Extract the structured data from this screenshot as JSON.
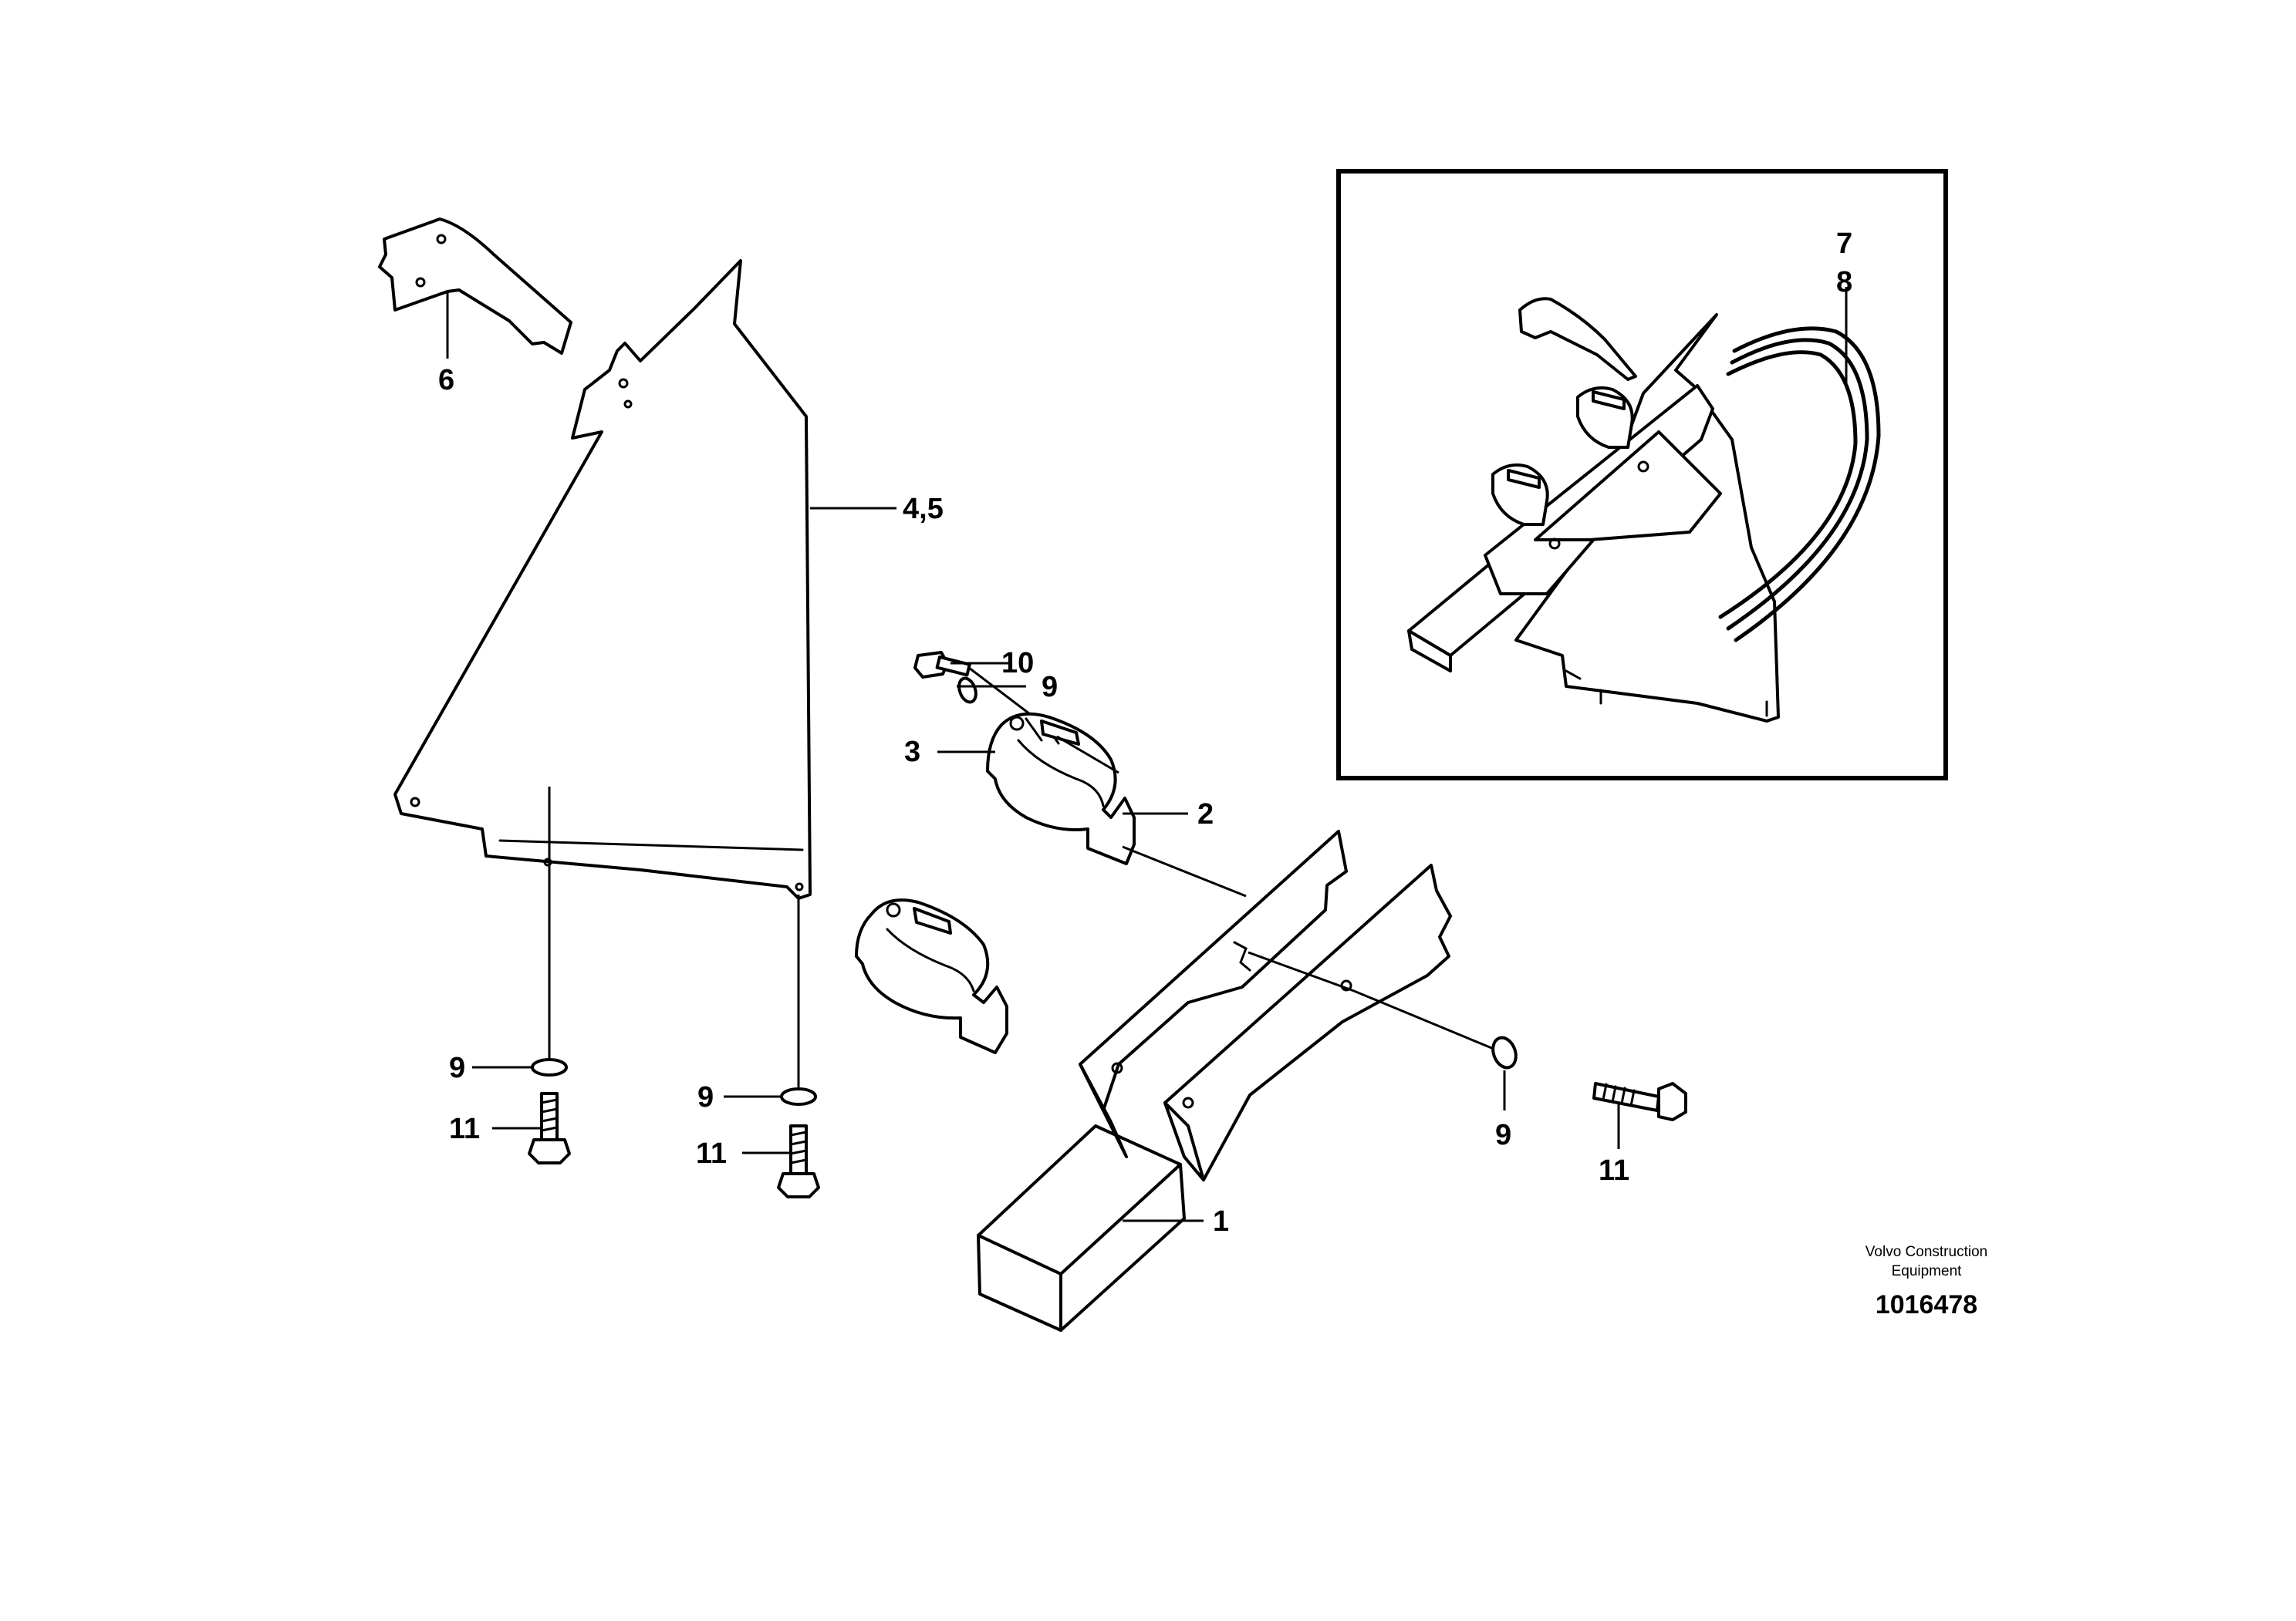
{
  "callouts": {
    "c6": "6",
    "c45": "4,5",
    "c10": "10",
    "c9_washer_top": "9",
    "c3": "3",
    "c2": "2",
    "c9_left": "9",
    "c11_left": "11",
    "c9_mid": "9",
    "c11_mid": "11",
    "c9_right": "9",
    "c11_right": "11",
    "c1": "1",
    "c7": "7",
    "c8": "8"
  },
  "footer": {
    "brand_line1": "Volvo Construction",
    "brand_line2": "Equipment",
    "drawing_number": "1016478"
  }
}
